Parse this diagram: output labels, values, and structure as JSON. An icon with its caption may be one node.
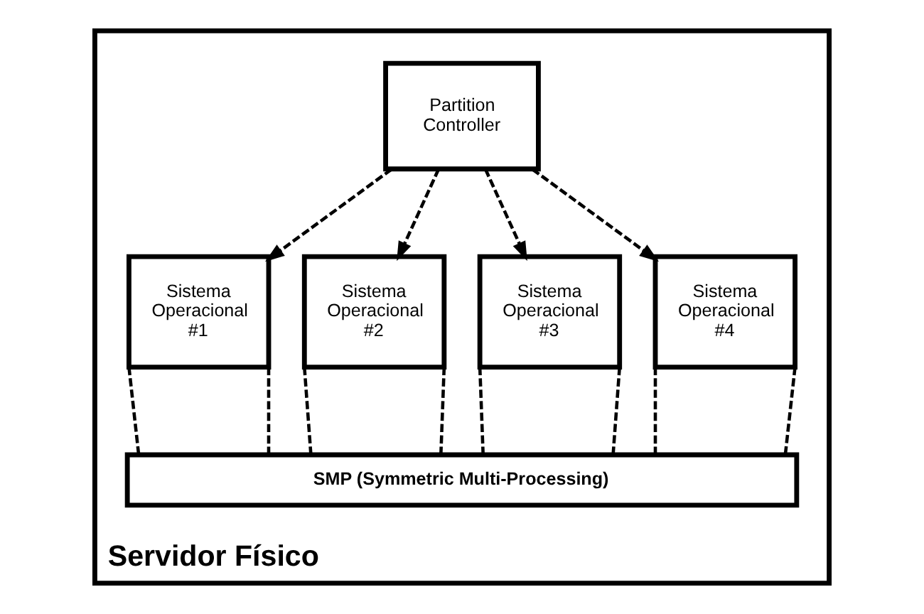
{
  "diagram": {
    "nodes": [
      {
        "text": [
          "Servidor Físico"
        ]
      },
      {
        "text": [
          "Partition Controller"
        ],
        "in": 0
      },
      {
        "text": [
          "Sistema Operacional #1"
        ],
        "in": 0
      },
      {
        "text": [
          "Sistema Operacional #2"
        ],
        "in": 0
      },
      {
        "text": [
          "Sistema Operacional #3"
        ],
        "in": 0
      },
      {
        "text": [
          "Sistema Operacional #4"
        ],
        "in": 0
      },
      {
        "text": [
          "SMP (Symmetric Multi-Processing)"
        ],
        "in": 0
      }
    ],
    "edges": [
      {
        "from": 1,
        "to": 2,
        "arrow": "to",
        "style": "dashed"
      },
      {
        "from": 1,
        "to": 3,
        "arrow": "to",
        "style": "dashed"
      },
      {
        "from": 1,
        "to": 4,
        "arrow": "to",
        "style": "dashed"
      },
      {
        "from": 1,
        "to": 5,
        "arrow": "to",
        "style": "dashed"
      },
      {
        "from": 2,
        "to": 6,
        "arrow": "none",
        "style": "dashed"
      },
      {
        "from": 2,
        "to": 6,
        "arrow": "none",
        "style": "dashed"
      },
      {
        "from": 3,
        "to": 6,
        "arrow": "none",
        "style": "dashed"
      },
      {
        "from": 3,
        "to": 6,
        "arrow": "none",
        "style": "dashed"
      },
      {
        "from": 4,
        "to": 6,
        "arrow": "none",
        "style": "dashed"
      },
      {
        "from": 4,
        "to": 6,
        "arrow": "none",
        "style": "dashed"
      },
      {
        "from": 5,
        "to": 6,
        "arrow": "none",
        "style": "dashed"
      },
      {
        "from": 5,
        "to": 6,
        "arrow": "none",
        "style": "dashed"
      }
    ]
  }
}
